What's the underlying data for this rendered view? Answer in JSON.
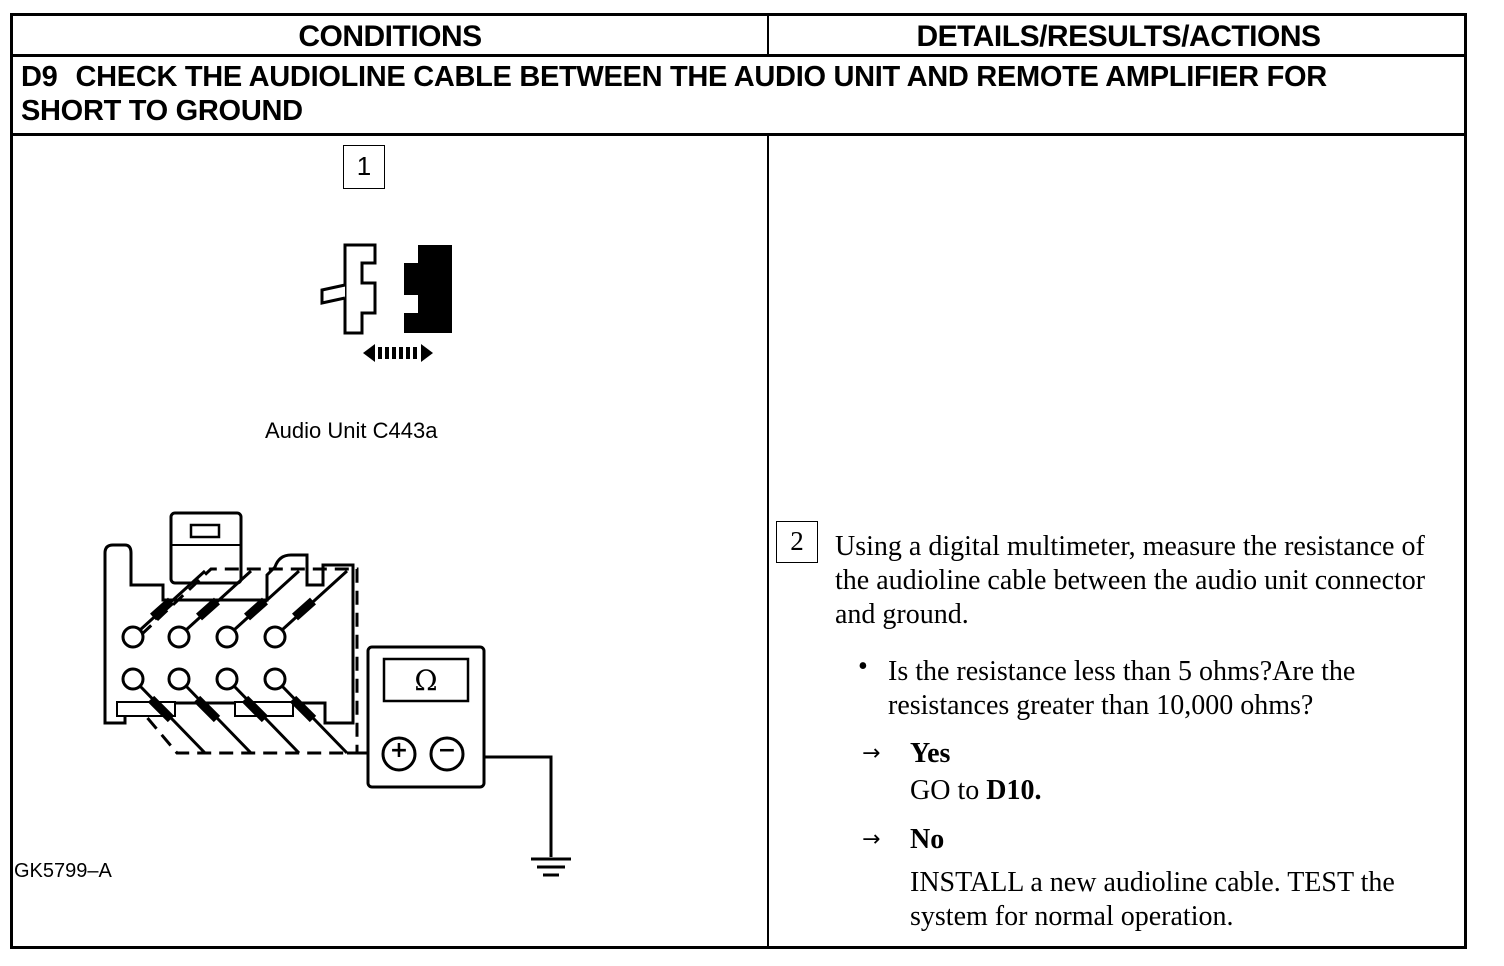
{
  "table": {
    "col_left_header": "CONDITIONS",
    "col_right_header": "DETAILS/RESULTS/ACTIONS"
  },
  "step": {
    "id": "D9",
    "title_line1": "CHECK THE AUDIOLINE CABLE BETWEEN THE AUDIO UNIT AND REMOTE AMPLIFIER FOR",
    "title_line2": "SHORT TO GROUND"
  },
  "conditions": {
    "substep1_number": "1",
    "connector_label": "Audio Unit C443a",
    "meter_symbol": "Ω",
    "meter_plus": "+",
    "meter_minus": "−",
    "figure_id": "GK5799–A",
    "icons": [
      "connector-disconnect-icon",
      "double-arrow-icon",
      "connector-pinout-icon",
      "multimeter-icon",
      "ground-symbol-icon"
    ]
  },
  "details": {
    "substep2_number": "2",
    "instruction": "Using a digital multimeter, measure the resistance of the audioline cable between the audio unit connector and ground.",
    "bullet": "•",
    "question": "Is the resistance less than 5 ohms?Are the resistances greater than 10,000 ohms?",
    "arrow": "→",
    "yes_label": "Yes",
    "yes_text": "GO to",
    "yes_target": "D10.",
    "no_label": "No",
    "no_text": "INSTALL a new audioline cable. TEST the system for normal operation."
  }
}
